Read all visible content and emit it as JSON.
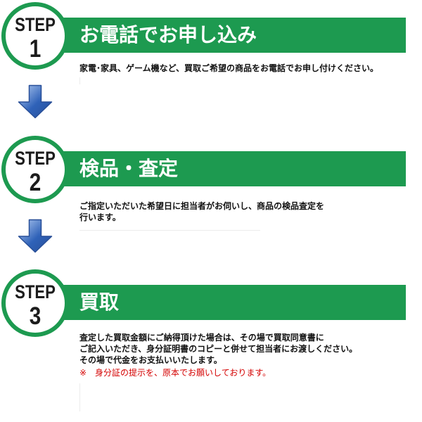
{
  "colors": {
    "green": "#1d9a50",
    "arrow_light": "#b7cff3",
    "arrow_dark": "#2f62b8",
    "arrow_stroke": "#284f98",
    "note_red": "#d40000",
    "body_text": "#111111"
  },
  "steps": [
    {
      "badge": {
        "label": "STEP",
        "number": "1"
      },
      "title": "お電話でお申し込み",
      "description": [
        "家電･家具、ゲーム機など、買取ご希望の商品をお電話でお申し付けください。"
      ]
    },
    {
      "badge": {
        "label": "STEP",
        "number": "2"
      },
      "title": "検品・査定",
      "description": [
        "ご指定いただいた希望日に担当者がお伺いし、商品の検品査定を",
        "行います。"
      ]
    },
    {
      "badge": {
        "label": "STEP",
        "number": "3"
      },
      "title": "買取",
      "description": [
        "査定した買取金額にご納得頂けた場合は、その場で買取同意書に",
        "ご記入いただき、身分証明書のコピーと併せて担当者にお渡しください。",
        "その場で代金をお支払いいたします。"
      ],
      "note": "※　身分証の提示を、原本でお願いしております。"
    }
  ],
  "connectors": [
    {
      "icon": "down-arrow-icon"
    },
    {
      "icon": "down-arrow-icon"
    }
  ]
}
